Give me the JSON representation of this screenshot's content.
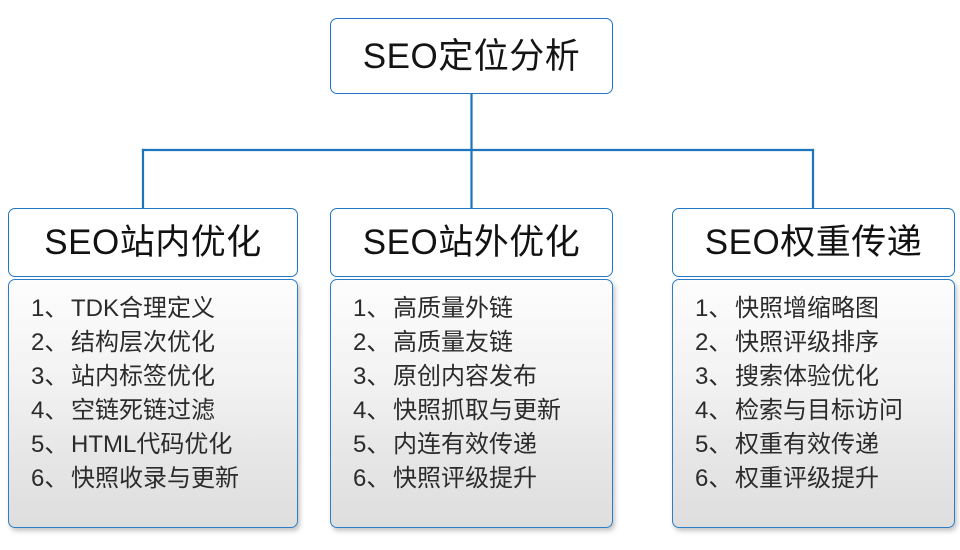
{
  "diagram": {
    "type": "org-chart",
    "title": "SEO定位分析",
    "accent_color": "#2277c4",
    "panel_border_color": "#2d7dc6",
    "text_color": "#2b2b2b",
    "background_color": "#ffffff",
    "root": {
      "label": "SEO定位分析"
    },
    "branches": [
      {
        "header": "SEO站内优化",
        "items": [
          {
            "index": "1、",
            "text": "TDK合理定义"
          },
          {
            "index": "2、",
            "text": "结构层次优化"
          },
          {
            "index": "3、",
            "text": "站内标签优化"
          },
          {
            "index": "4、",
            "text": "空链死链过滤"
          },
          {
            "index": "5、",
            "text": "HTML代码优化"
          },
          {
            "index": "6、",
            "text": "快照收录与更新"
          }
        ]
      },
      {
        "header": "SEO站外优化",
        "items": [
          {
            "index": "1、",
            "text": "高质量外链"
          },
          {
            "index": "2、",
            "text": "高质量友链"
          },
          {
            "index": "3、",
            "text": "原创内容发布"
          },
          {
            "index": "4、",
            "text": "快照抓取与更新"
          },
          {
            "index": "5、",
            "text": "内连有效传递"
          },
          {
            "index": "6、",
            "text": "快照评级提升"
          }
        ]
      },
      {
        "header": "SEO权重传递",
        "items": [
          {
            "index": "1、",
            "text": "快照增缩略图"
          },
          {
            "index": "2、",
            "text": "快照评级排序"
          },
          {
            "index": "3、",
            "text": "搜索体验优化"
          },
          {
            "index": "4、",
            "text": "检索与目标访问"
          },
          {
            "index": "5、",
            "text": "权重有效传递"
          },
          {
            "index": "6、",
            "text": "权重评级提升"
          }
        ]
      }
    ]
  }
}
